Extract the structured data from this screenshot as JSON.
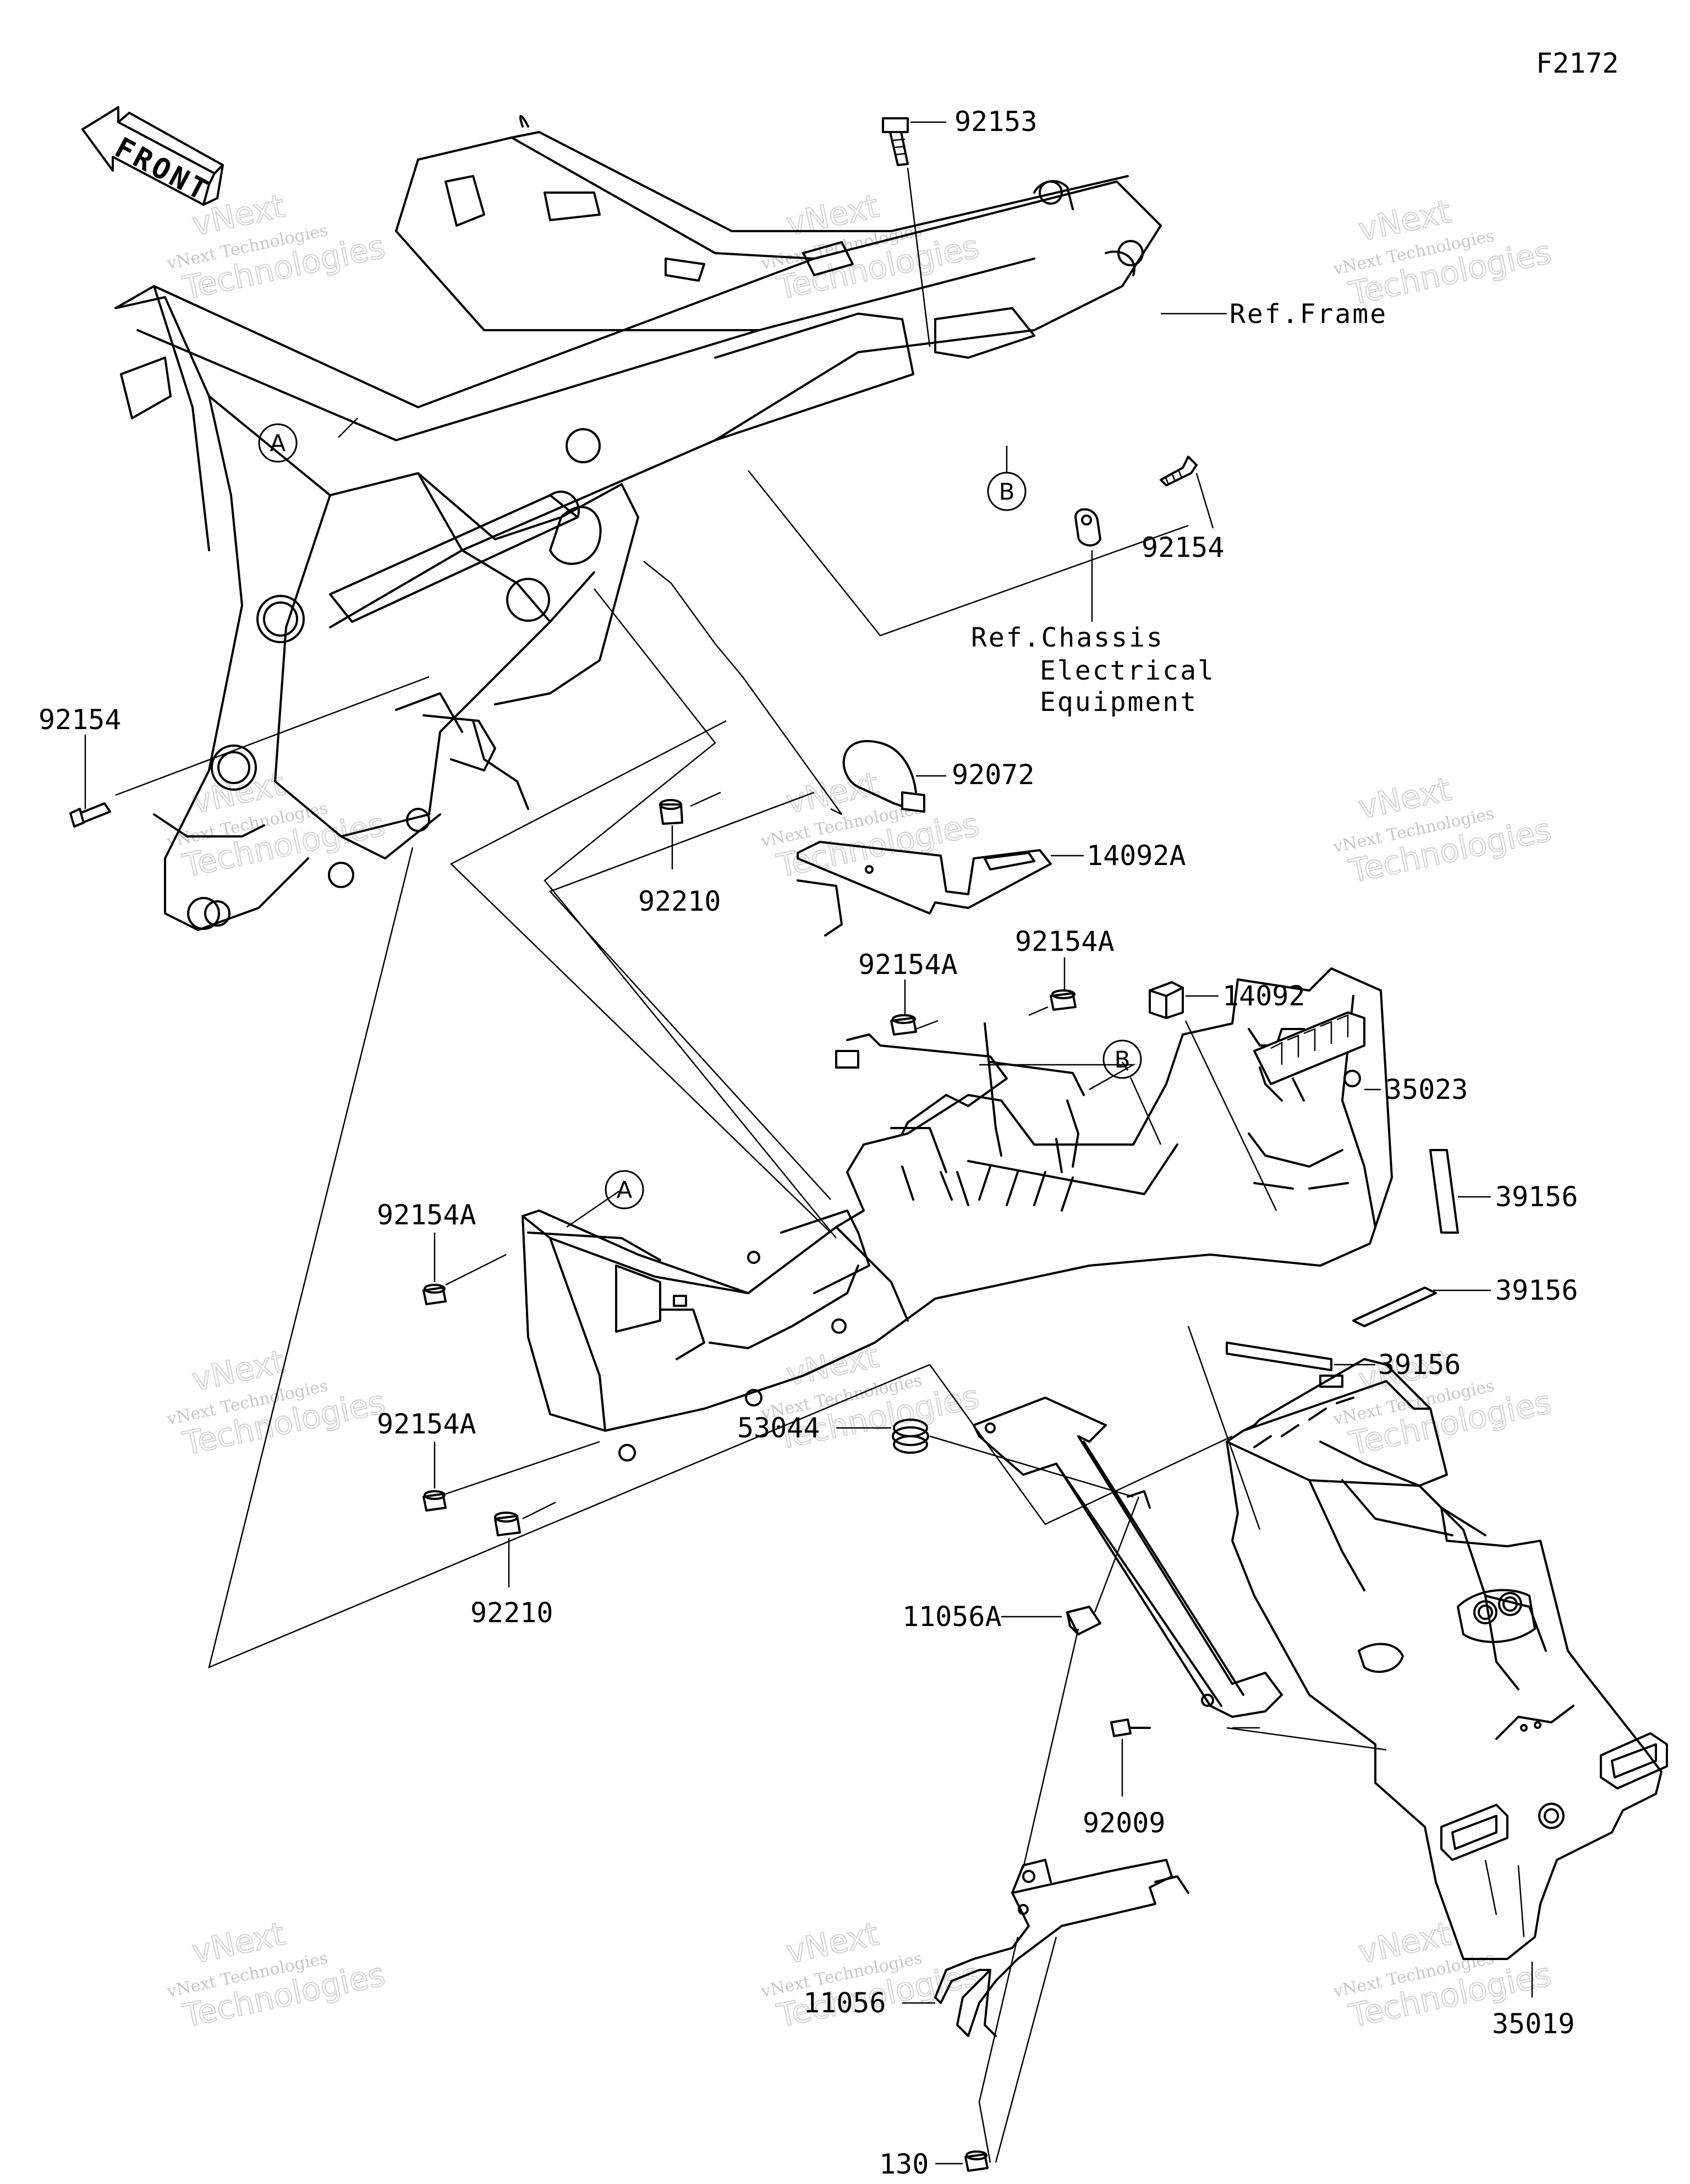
{
  "diagram_code": "F2172",
  "front_arrow": {
    "text": "FRONT"
  },
  "parts": {
    "p92153": "92153",
    "p92154_right": "92154",
    "p92154_left": "92154",
    "p92072": "92072",
    "p14092A": "14092A",
    "p92210_top": "92210",
    "p92154A_top_left": "92154A",
    "p92154A_top_right": "92154A",
    "p14092": "14092",
    "p35023": "35023",
    "p39156_a": "39156",
    "p39156_b": "39156",
    "p39156_c": "39156",
    "p92154A_mid": "92154A",
    "p92154A_low": "92154A",
    "p92210_low": "92210",
    "p53044": "53044",
    "p11056A": "11056A",
    "p92009": "92009",
    "p35019": "35019",
    "p11056": "11056",
    "p130": "130"
  },
  "references": {
    "frame": "Ref.Frame",
    "chassis_line1": "Ref.Chassis",
    "chassis_line2": "Electrical",
    "chassis_line3": "Equipment"
  },
  "markers": {
    "a": "A",
    "b": "B"
  },
  "watermark": {
    "line1": "vNext Technologies",
    "line2": "Technologies",
    "prefix": "vNext"
  }
}
